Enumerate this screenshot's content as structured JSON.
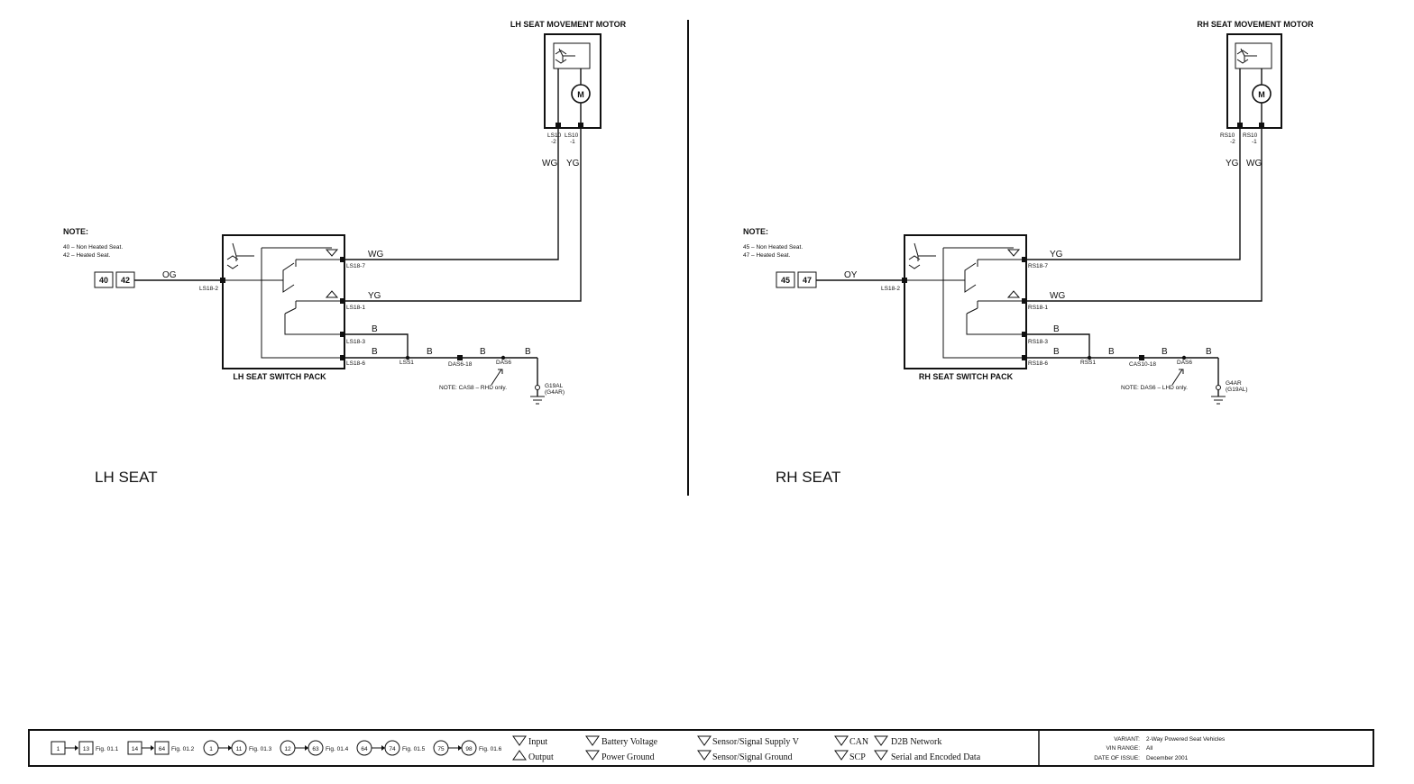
{
  "lh": {
    "motor_title": "LH SEAT MOVEMENT MOTOR",
    "motor_pin_a": "LS10",
    "motor_pin_a_num": "-2",
    "motor_pin_b": "LS10",
    "motor_pin_b_num": "-1",
    "motor_wire_a": "WG",
    "motor_wire_b": "YG",
    "note_title": "NOTE:",
    "note_line1": "40 – Non Heated Seat.",
    "note_line2": "42 – Heated Seat.",
    "ref_a": "40",
    "ref_b": "42",
    "input_wire": "OG",
    "input_pin": "LS18-2",
    "pin_7": "LS18-7",
    "pin_1": "LS18-1",
    "pin_3": "LS18-3",
    "pin_6": "LS18-6",
    "wire_7": "WG",
    "wire_1": "YG",
    "wire_3": "B",
    "wire_6a": "B",
    "wire_6b": "B",
    "wire_6c": "B",
    "wire_6d": "B",
    "splice": "LSS1",
    "conn_1": "DAS6-18",
    "conn_2": "DAS6",
    "conn_note": "NOTE: CAS8 – RHD only.",
    "ground_a": "G19AL",
    "ground_b": "(G4AR)",
    "switch_title": "LH SEAT SWITCH PACK",
    "section_title": "LH SEAT"
  },
  "rh": {
    "motor_title": "RH SEAT MOVEMENT MOTOR",
    "motor_pin_a": "RS10",
    "motor_pin_a_num": "-2",
    "motor_pin_b": "RS10",
    "motor_pin_b_num": "-1",
    "motor_wire_a": "YG",
    "motor_wire_b": "WG",
    "note_title": "NOTE:",
    "note_line1": "45 – Non Heated Seat.",
    "note_line2": "47 – Heated Seat.",
    "ref_a": "45",
    "ref_b": "47",
    "input_wire": "OY",
    "input_pin": "LS18-2",
    "pin_7": "RS18-7",
    "pin_1": "RS18-1",
    "pin_3": "RS18-3",
    "pin_6": "RS18-6",
    "wire_7": "YG",
    "wire_1": "WG",
    "wire_3": "B",
    "wire_6a": "B",
    "wire_6b": "B",
    "wire_6c": "B",
    "wire_6d": "B",
    "splice": "RSS1",
    "conn_1": "CAS10-18",
    "conn_2": "DAS6",
    "conn_note": "NOTE: DAS6 – LHD only.",
    "ground_a": "G4AR",
    "ground_b": "(G19AL)",
    "switch_title": "RH SEAT SWITCH PACK",
    "section_title": "RH SEAT"
  },
  "legend": {
    "figs": [
      {
        "from": "1",
        "to": "13",
        "fig": "Fig. 01.1"
      },
      {
        "from": "14",
        "to": "64",
        "fig": "Fig. 01.2"
      },
      {
        "from": "1",
        "to": "11",
        "fig": "Fig. 01.3"
      },
      {
        "from": "12",
        "to": "63",
        "fig": "Fig. 01.4"
      },
      {
        "from": "64",
        "to": "74",
        "fig": "Fig. 01.5"
      },
      {
        "from": "75",
        "to": "98",
        "fig": "Fig. 01.6"
      }
    ],
    "input": "Input",
    "output": "Output",
    "battery_voltage": "Battery Voltage",
    "power_ground": "Power Ground",
    "sensor_supply": "Sensor/Signal Supply V",
    "sensor_ground": "Sensor/Signal Ground",
    "can": "CAN",
    "scp": "SCP",
    "d2b": "D2B Network",
    "serial": "Serial and Encoded Data",
    "variant_label": "VARIANT:",
    "variant_value": "2-Way Powered Seat Vehicles",
    "vin_label": "VIN RANGE:",
    "vin_value": "All",
    "date_label": "DATE OF ISSUE:",
    "date_value": "December 2001"
  }
}
